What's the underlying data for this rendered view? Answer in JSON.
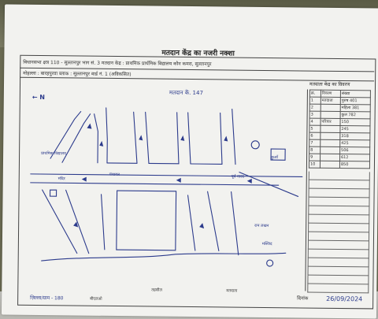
{
  "document": {
    "title": "मतदान केंद्र का नजरी नक्शा",
    "header_row1": "विधानसभा क्षत्र 110 - सुल्तानपुर  भाग सं. 3  मतदान केंद्र : प्राथमिक प्रार्थमिक विद्यालय  कौन कमरा, सुल्तानपुर",
    "header_row2": "मोहल्ला : बारहपुरवा   ब्लाक :   सुल्तानपुर   वार्ड नं. 1 (अविकसित)",
    "map_heading": "मतदान कें. 147",
    "direction": "← N",
    "side_title": "मतदाता केंद्र का विवरण",
    "legend": {
      "columns": [
        "क्र.",
        "विवरण",
        "संख्या"
      ],
      "rows": [
        [
          "1",
          "मतदाता",
          "पुरुष 401"
        ],
        [
          "2",
          "",
          "महिला 381"
        ],
        [
          "3",
          "",
          "कुल 782"
        ],
        [
          "4",
          "परिवार",
          "150"
        ],
        [
          "5",
          "",
          "245"
        ],
        [
          "6",
          "",
          "318"
        ],
        [
          "7",
          "",
          "425"
        ],
        [
          "8",
          "",
          "506"
        ],
        [
          "9",
          "",
          "612"
        ],
        [
          "10",
          "",
          "850"
        ]
      ]
    },
    "map_labels": [
      "प्राथमिक विद्यालय",
      "पंचायत",
      "मंदिर",
      "पूर्व नारद",
      "कुआँ",
      "राम लखन",
      "मस्जिद"
    ],
    "footer": {
      "signature": "ज़िल्ला/ग्राम - 180",
      "left2": "बीएलओ",
      "mid1": "तहसील",
      "mid2": "मतदाता",
      "right": "दिनांक",
      "date": "26/09/2024"
    }
  }
}
